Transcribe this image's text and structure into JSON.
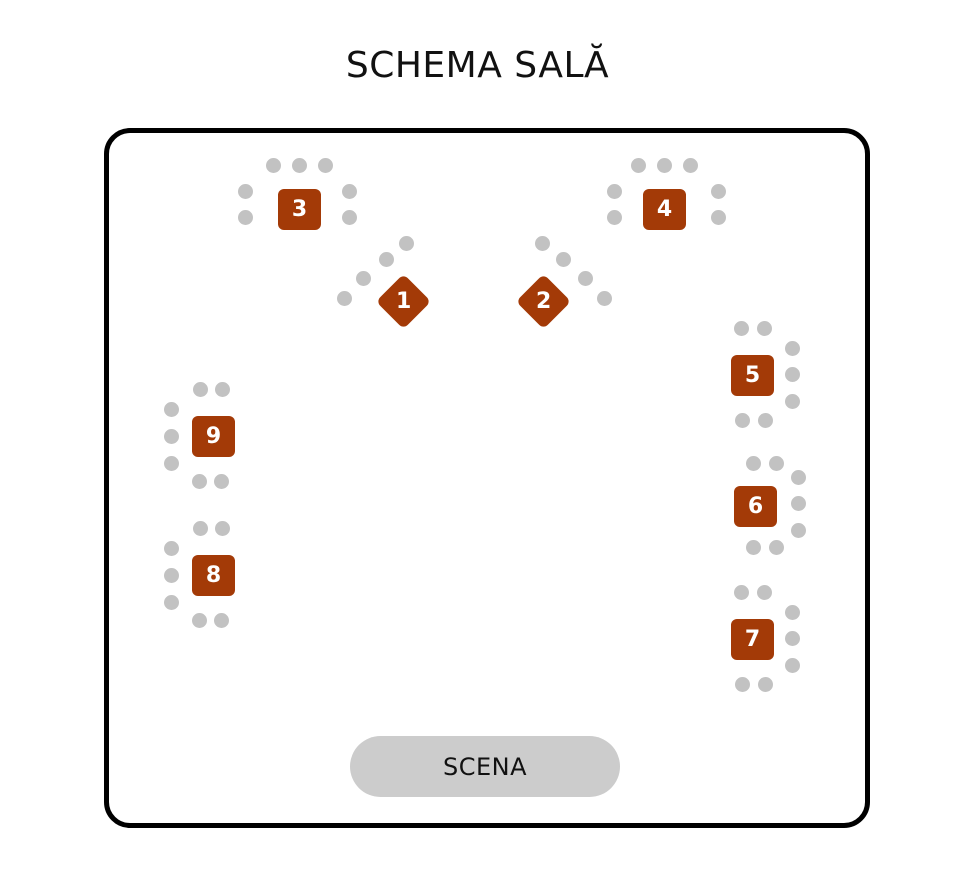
{
  "title": "SCHEMA SALĂ",
  "stage_label": "SCENA",
  "colors": {
    "table": "#a33a07",
    "seat": "#c2c2c2",
    "stage": "#cccccc",
    "border": "#000000"
  },
  "tables": [
    {
      "id": "3",
      "label": "3"
    },
    {
      "id": "4",
      "label": "4"
    },
    {
      "id": "1",
      "label": "1"
    },
    {
      "id": "2",
      "label": "2"
    },
    {
      "id": "5",
      "label": "5"
    },
    {
      "id": "9",
      "label": "9"
    },
    {
      "id": "6",
      "label": "6"
    },
    {
      "id": "8",
      "label": "8"
    },
    {
      "id": "7",
      "label": "7"
    }
  ]
}
